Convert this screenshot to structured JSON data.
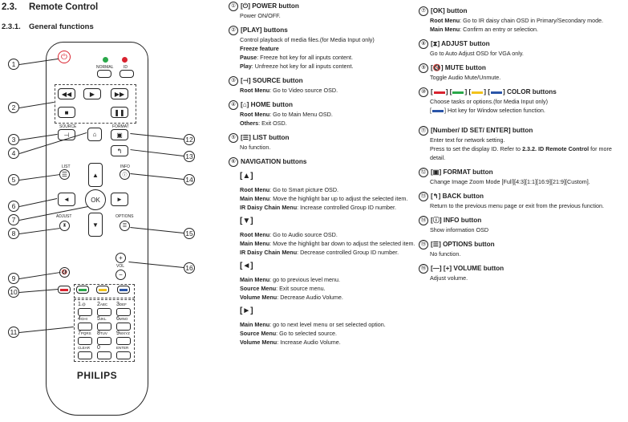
{
  "section": {
    "number": "2.3.",
    "title": "Remote Control"
  },
  "subsection": {
    "number": "2.3.1.",
    "title": "General functions"
  },
  "remote": {
    "brand": "PHILIPS",
    "labels": {
      "normal": "NORMAL",
      "id": "ID",
      "source": "SOURCE",
      "format": "FORMAT",
      "list": "LIST",
      "info": "INFO",
      "ok": "OK",
      "adjust": "ADJUST",
      "options": "OPTIONS",
      "vol": "VOL"
    },
    "numkeys": [
      {
        "d": "1",
        "t": ".@"
      },
      {
        "d": "2",
        "t": "ABC"
      },
      {
        "d": "3",
        "t": "DEF"
      },
      {
        "d": "4",
        "t": "GHI"
      },
      {
        "d": "5",
        "t": "JKL"
      },
      {
        "d": "6",
        "t": "MNO"
      },
      {
        "d": "7",
        "t": "PQRS"
      },
      {
        "d": "8",
        "t": "TUV"
      },
      {
        "d": "9",
        "t": "WXYZ"
      },
      {
        "d": "",
        "t": "CLEAR"
      },
      {
        "d": "0",
        "t": ""
      },
      {
        "d": "",
        "t": "ENTER"
      }
    ],
    "callouts": [
      "①",
      "②",
      "③",
      "④",
      "⑤",
      "⑥",
      "⑦",
      "⑧",
      "⑨",
      "⑩",
      "⑪",
      "⑫",
      "⑬",
      "⑭",
      "⑮",
      "⑯"
    ]
  },
  "colors": {
    "red": "#d9232f",
    "green": "#2aa84a",
    "yellow": "#f2c21b",
    "blue": "#2a55a8"
  },
  "col1": {
    "power": {
      "n": "①",
      "title": "[⏻] POWER button",
      "desc": "Power ON/OFF."
    },
    "play": {
      "n": "②",
      "title": "[PLAY] buttons",
      "desc": "Control playback of media files.(for Media Input only)",
      "freeze": "Freeze feature",
      "pause_l": "Pause",
      "pause_t": ": Freeze hot key for all inputs content.",
      "play_l": "Play",
      "play_t": ": Unfreeze hot key for all inputs content."
    },
    "source": {
      "n": "③",
      "title": "[⊣] SOURCE button",
      "rm_l": "Root Menu",
      "rm_t": ": Go to Video source OSD."
    },
    "home": {
      "n": "④",
      "title": "[⌂] HOME button",
      "rm_l": "Root Menu",
      "rm_t": ": Go to Main Menu OSD.",
      "ot_l": "Others",
      "ot_t": ": Exit OSD."
    },
    "list": {
      "n": "⑤",
      "title": "[☰] LIST button",
      "desc": "No function."
    },
    "nav": {
      "n": "⑥",
      "title": "NAVIGATION buttons",
      "up": {
        "sym": "[▲]",
        "rm_l": "Root Menu",
        "rm_t": ": Go to Smart picture OSD.",
        "mm_l": "Main Menu",
        "mm_t": ": Move the highlight bar up to adjust the selected item.",
        "ir_l": "IR Daisy Chain Menu",
        "ir_t": ": Increase controlled Group ID number."
      },
      "down": {
        "sym": "[▼]",
        "rm_l": "Root Menu",
        "rm_t": ": Go to Audio source OSD.",
        "mm_l": "Main Menu",
        "mm_t": ": Move the highlight bar down to adjust the selected item.",
        "ir_l": "IR Daisy Chain Menu",
        "ir_t": ": Decrease controlled Group ID number."
      },
      "left": {
        "sym": "[◄]",
        "mm_l": "Main Menu",
        "mm_t": ": go to previous level menu.",
        "sm_l": "Source Menu",
        "sm_t": ": Exit source menu.",
        "vm_l": "Volume Menu",
        "vm_t": ": Decrease Audio Volume."
      },
      "right": {
        "sym": "[►]",
        "mm_l": "Main Menu",
        "mm_t": ": go to next level menu or set selected option.",
        "sm_l": "Source Menu",
        "sm_t": ": Go to selected source.",
        "vm_l": "Volume Menu",
        "vm_t": ": Increase Audio Volume."
      }
    }
  },
  "col2": {
    "ok": {
      "n": "⑦",
      "title": "[OK] button",
      "rm_l": "Root Menu",
      "rm_t": ": Go to IR daisy chain OSD in Primary/Secondary mode.",
      "mm_l": "Main Menu",
      "mm_t": ": Confirm an entry or selection."
    },
    "adjust": {
      "n": "⑧",
      "title": "[⧗] ADJUST button",
      "desc": "Go to Auto Adjust OSD for VGA only."
    },
    "mute": {
      "n": "⑨",
      "title": "[🔇] MUTE button",
      "desc": "Toggle Audio Mute/Unmute."
    },
    "color": {
      "n": "⑩",
      "title": "COLOR buttons",
      "desc": "Choose tasks or options.(for Media Input only)",
      "hot": "Hot key for Window selection function."
    },
    "number": {
      "n": "⑪",
      "title": "[Number/ ID SET/ ENTER] button",
      "d1": "Enter text for network setting.",
      "d2a": "Press to set the display ID. Refer to ",
      "d2b": "2.3.2. ID Remote Control",
      "d2c": " for more detail."
    },
    "format": {
      "n": "⑫",
      "title": "[▣] FORMAT button",
      "desc": "Change Image Zoom Mode [Full][4:3][1:1][16:9][21:9][Custom]."
    },
    "back": {
      "n": "⑬",
      "title": "[↰] BACK button",
      "desc": "Return to the previous menu page or exit from the previous function."
    },
    "info": {
      "n": "⑭",
      "title": "[ⓘ] INFO button",
      "desc": "Show information OSD"
    },
    "options": {
      "n": "⑮",
      "title": "[☰] OPTIONS button",
      "desc": "No function."
    },
    "volume": {
      "n": "⑯",
      "title": "[—] [+] VOLUME button",
      "desc": "Adjust volume."
    }
  }
}
